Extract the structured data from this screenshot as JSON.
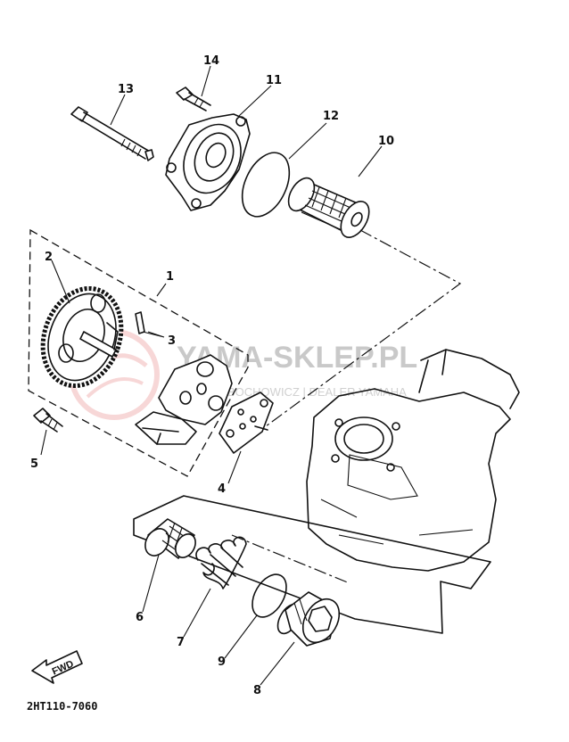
{
  "diagram": {
    "part_numbers": [
      "1",
      "2",
      "3",
      "4",
      "5",
      "6",
      "7",
      "8",
      "9",
      "10",
      "11",
      "12",
      "13",
      "14"
    ],
    "fwd_arrow_label": "FWD",
    "drawing_code": "2HT110-7060",
    "watermark": {
      "title": "YAMA-SKLEP.PL",
      "subtitle": "BOCHOWICZ | DEALER YAMAHA",
      "color": "#c9c9c9",
      "logo_color": "#f2b7b7"
    }
  }
}
